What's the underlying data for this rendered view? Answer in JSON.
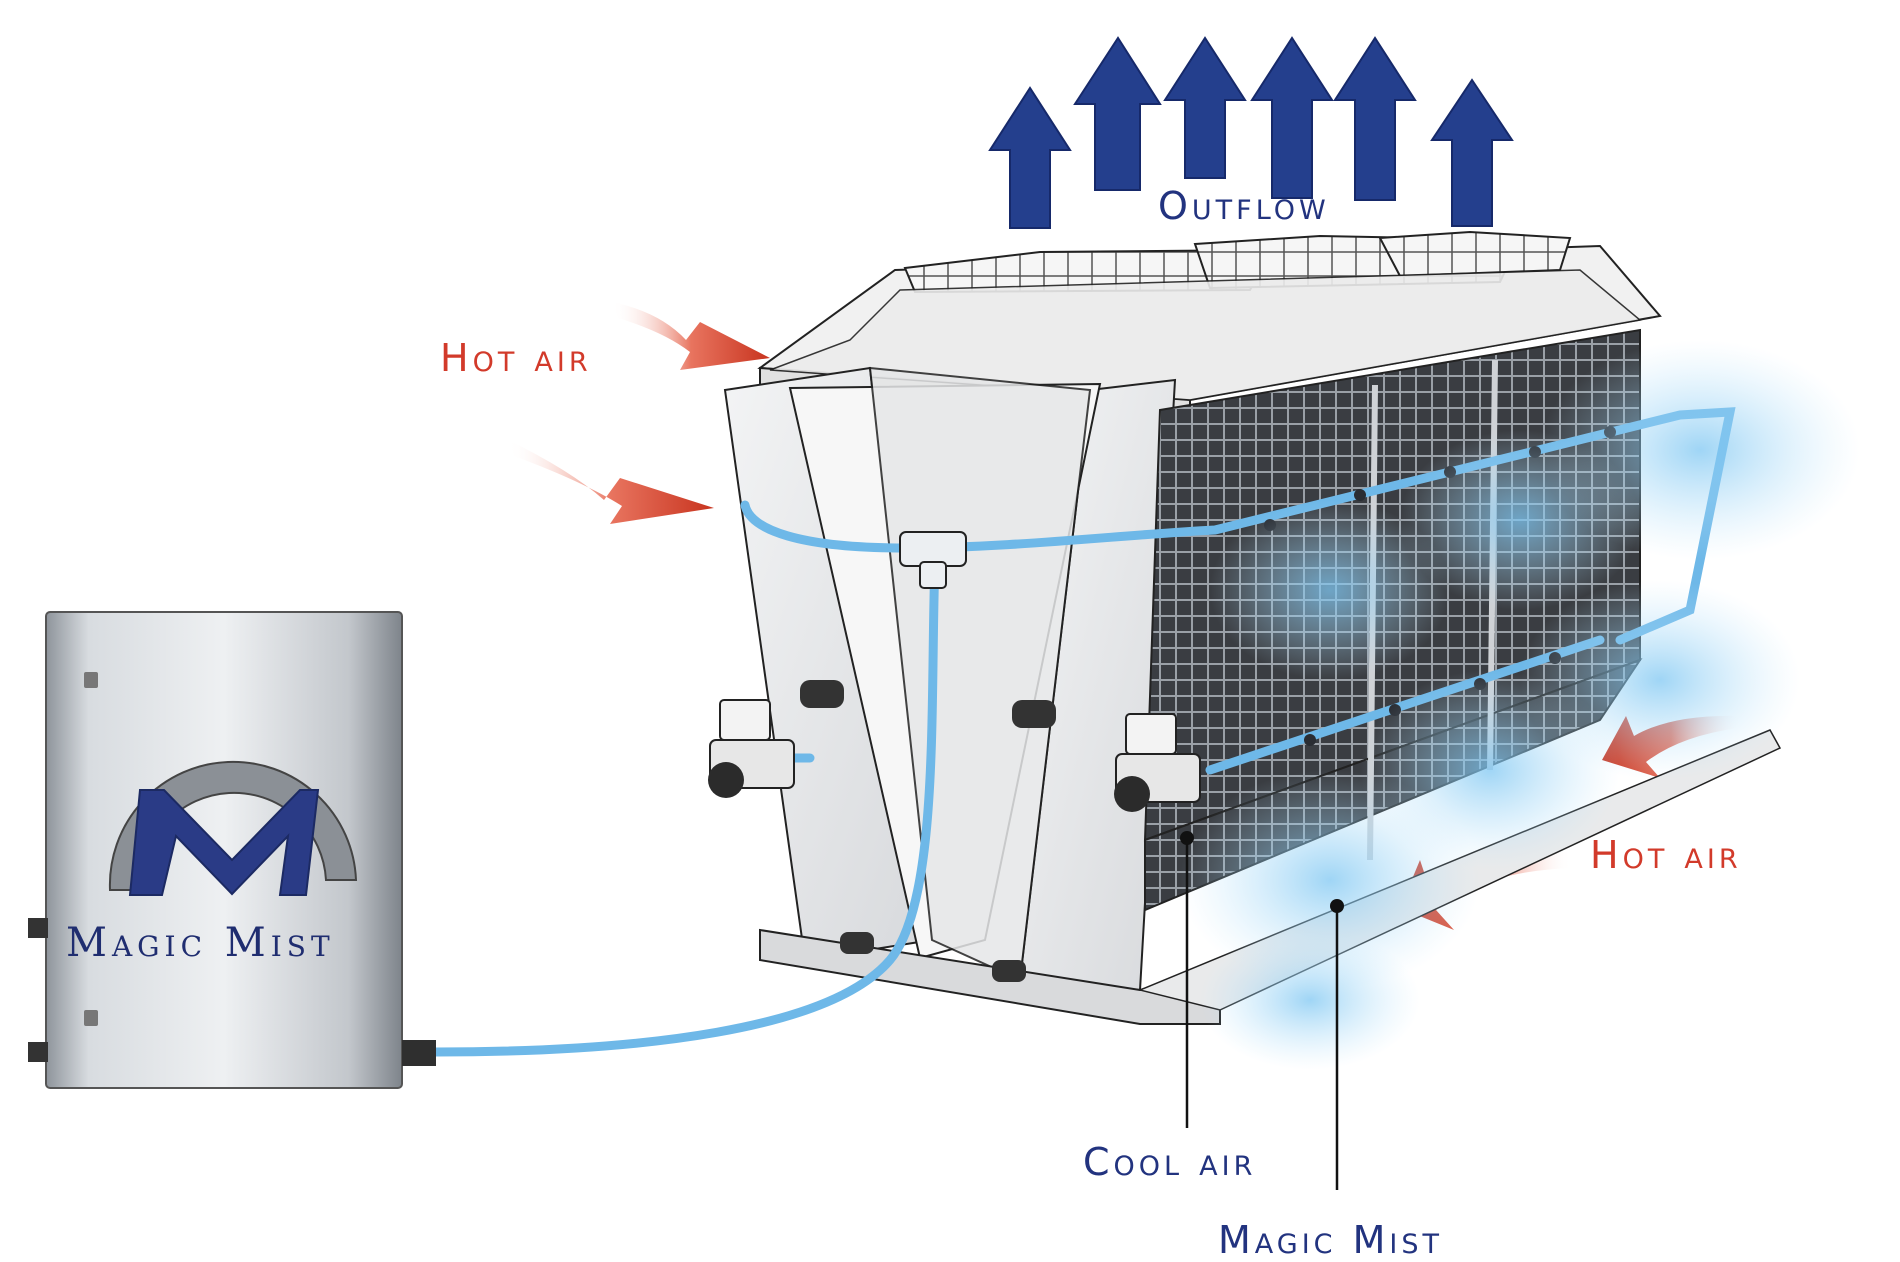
{
  "labels": {
    "outflow": "Outflow",
    "hot_air_left": "Hot air",
    "hot_air_right": "Hot air",
    "cool_air": "Cool air",
    "magic_mist": "Magic Mist"
  },
  "unit": {
    "brand_name": "Magic Mist",
    "logo_letter": "M"
  },
  "colors": {
    "label_blue": "#1e2f7a",
    "label_red": "#d23a2a",
    "arrow_blue": "#1f3f8f",
    "arrow_red": "#d8452f",
    "pipe_blue": "#7cc4ef",
    "mist_blue": "#9fd6f5",
    "steel": "#c9cdd3"
  },
  "icons": {
    "outflow_arrow": "up-arrow-icon",
    "hot_air_arrow": "curved-arrow-icon",
    "valve": "solenoid-valve-icon",
    "nozzle": "mist-nozzle-icon"
  }
}
